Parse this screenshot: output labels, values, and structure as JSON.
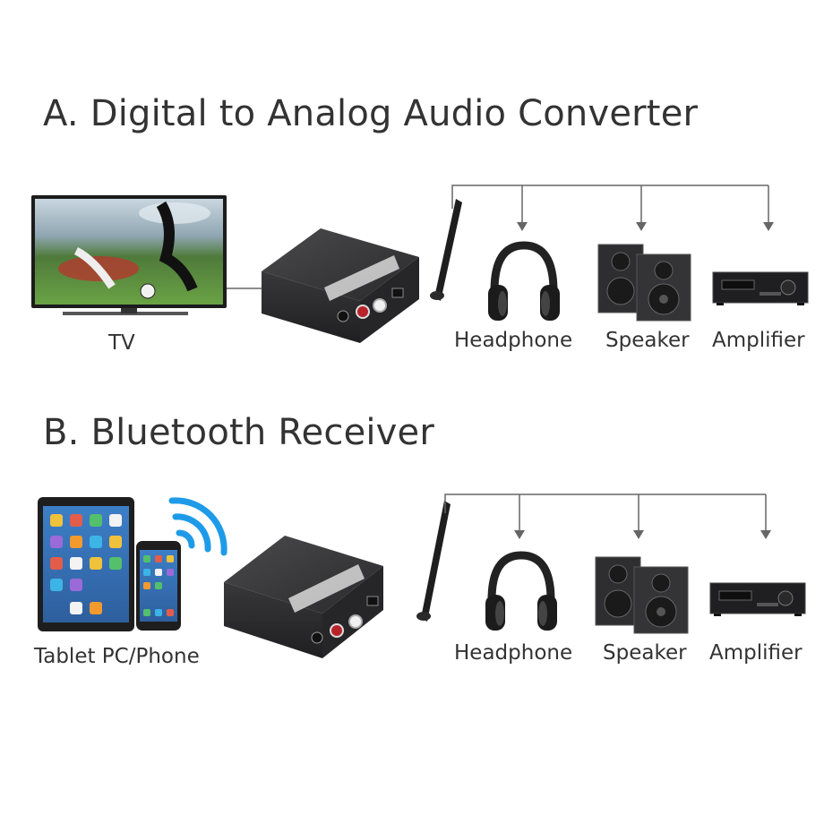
{
  "section_a": {
    "title": "A. Digital to Analog Audio Converter",
    "source_label": "TV",
    "outputs": [
      "Headphone",
      "Speaker",
      "Amplifier"
    ]
  },
  "section_b": {
    "title": "B. Bluetooth Receiver",
    "source_label": "Tablet PC/Phone",
    "outputs": [
      "Headphone",
      "Speaker",
      "Amplifier"
    ]
  },
  "colors": {
    "text": "#333333",
    "line": "#666666",
    "device_body": "#2b2b2d",
    "wifi_blue": "#1e9be8"
  },
  "icons": [
    "tv-icon",
    "converter-icon",
    "antenna-icon",
    "headphone-icon",
    "speaker-icon",
    "amplifier-icon",
    "tablet-icon",
    "phone-icon",
    "wifi-icon"
  ]
}
